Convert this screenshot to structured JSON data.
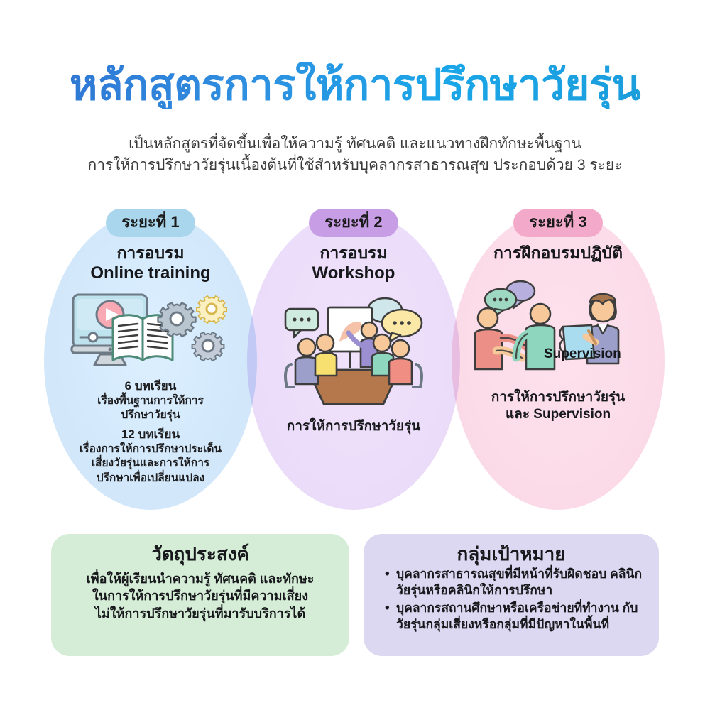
{
  "header": {
    "title": "หลักสูตรการให้การปรึกษาวัยรุ่น",
    "subtitle_line1": "เป็นหลักสูตรที่จัดขึ้นเพื่อให้ความรู้ ทัศนคติ และแนวทางฝึกทักษะพื้นฐาน",
    "subtitle_line2": "การให้การปรึกษาวัยรุ่นเนื้องต้นที่ใช้สำหรับบุคลากรสาธารณสุข ประกอบด้วย 3 ระยะ",
    "title_color_start": "#2f6fd0",
    "title_color_end": "#1aa6e8"
  },
  "phases": [
    {
      "badge": "ระยะที่ 1",
      "badge_color": "#a9d6ec",
      "ellipse_color": "#d3e9fb",
      "head_th": "การอบรม",
      "head_en": "Online training",
      "icon": "monitor-book-gears-icon",
      "lines": [
        "6 บทเรียน",
        "เรื่องพื้นฐานการให้การ",
        "ปรึกษาวัยรุ่น",
        "12 บทเรียน",
        "เรื่องการให้การปรึกษาประเด็น",
        "เสี่ยงวัยรุ่นและการให้การ",
        "ปรึกษาเพื่อเปลี่ยนแปลง"
      ]
    },
    {
      "badge": "ระยะที่ 2",
      "badge_color": "#c79ee6",
      "ellipse_color": "#e8d9f7",
      "head_th": "การอบรม",
      "head_en": "Workshop",
      "icon": "workshop-meeting-icon",
      "caption": "การให้การปรึกษาวัยรุ่น"
    },
    {
      "badge": "ระยะที่ 3",
      "badge_color": "#f3a9c9",
      "ellipse_color": "#fad7e6",
      "head_th": "การฝึกอบรมปฏิบัติ",
      "head_en": "",
      "icon": "counseling-supervision-icon",
      "icon_label": "Supervision",
      "caption_line1": "การให้การปรึกษาวัยรุ่น",
      "caption_line2": "และ Supervision"
    }
  ],
  "arrows": {
    "color": "#8fa4d6",
    "icon": "arrow-right-icon"
  },
  "cards": [
    {
      "id": "objective",
      "title": "วัตถุประสงค์",
      "bg": "#d5edd7",
      "lines": [
        "เพื่อให้ผู้เรียนนำความรู้ ทัศนคติ และทักษะ",
        "ในการให้การปรึกษาวัยรุ่นที่มีความเสี่ยง",
        "ไม่ให้การปรึกษาวัยรุ่นที่มารับบริการได้"
      ]
    },
    {
      "id": "target-group",
      "title": "กลุ่มเป้าหมาย",
      "bg": "#dcd8f2",
      "bullets": [
        "บุคลากรสาธารณสุขที่มีหน้าที่รับผิดชอบ คลินิกวัยรุ่นหรือคลินิกให้การปรึกษา",
        "บุคลากรสถานศึกษาหรือเครือข่ายที่ทำงาน กับวัยรุ่นกลุ่มเสี่ยงหรือกลุ่มที่มีปัญหาในพื้นที่"
      ]
    }
  ]
}
